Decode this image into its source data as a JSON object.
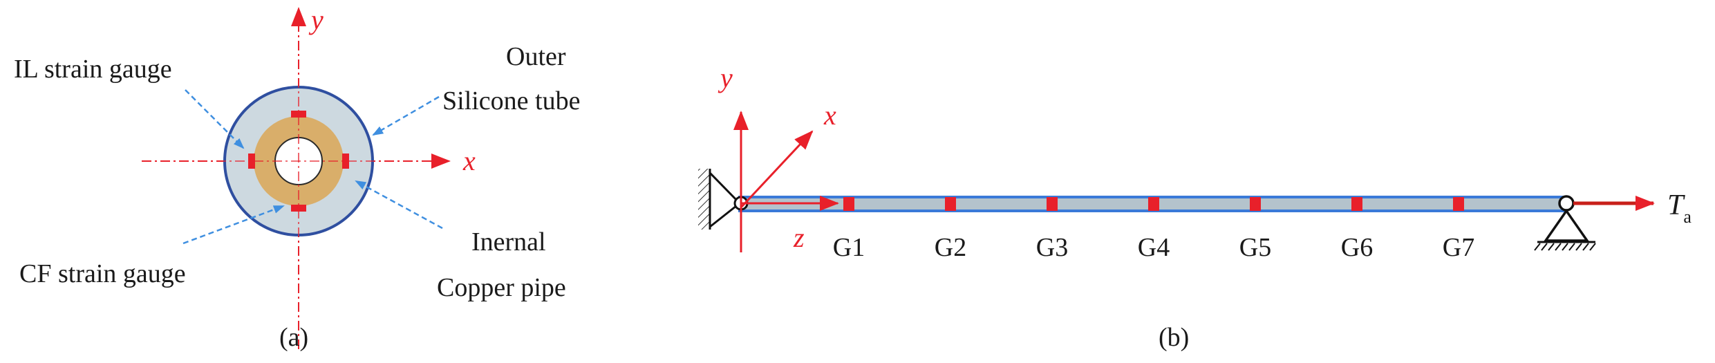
{
  "panel_a": {
    "caption": "(a)",
    "axis_x": "x",
    "axis_y": "y",
    "label_il_gauge": "IL strain gauge",
    "label_outer_line1": "Outer",
    "label_outer_line2": "Silicone tube",
    "label_cf_gauge": "CF strain gauge",
    "label_inner_line1": "Inernal",
    "label_inner_line2": "Copper pipe"
  },
  "panel_b": {
    "caption": "(b)",
    "axis_x": "x",
    "axis_y": "y",
    "axis_z": "z",
    "tension_symbol": "T",
    "tension_subscript": "a",
    "gauges": [
      "G1",
      "G2",
      "G3",
      "G4",
      "G5",
      "G6",
      "G7"
    ]
  },
  "colors": {
    "outer_tube": "#cdd9e0",
    "outer_edge": "#2f4fa0",
    "copper": "#d9ae6a",
    "gauge": "#e8202a",
    "axis": "#e8202a",
    "leader": "#3f8fe0",
    "beam_fill": "#b4c3cc",
    "beam_edge": "#3a7ad8"
  }
}
